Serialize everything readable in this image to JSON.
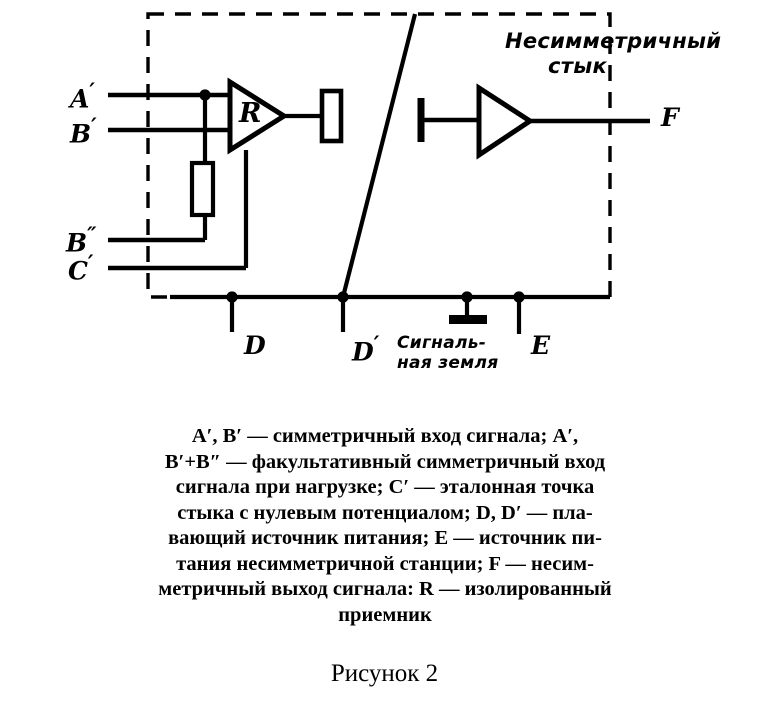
{
  "figure": {
    "annotations": {
      "junction_label_line1": "Несимметричный",
      "junction_label_line2": "стык",
      "signal_ground_line1": "Сигналь-",
      "signal_ground_line2": "ная земля"
    },
    "terminals": {
      "a_prime": "A",
      "a_prime_mark": "′",
      "b_prime": "B",
      "b_prime_mark": "′",
      "b_double_prime": "B",
      "b_double_prime_mark": "″",
      "c_prime": "C",
      "c_prime_mark": "′",
      "d": "D",
      "d_prime": "D",
      "d_prime_mark": "′",
      "e": "E",
      "f": "F"
    },
    "components": {
      "receiver_label": "R"
    }
  },
  "caption": {
    "lines": [
      "A′,  B′ — симметричный    вход    сигнала;    A′,",
      "B′+B″ — факультативный  симметричный  вход",
      "сигнала при нагрузке;  C′  — эталонная точка",
      "стыка с нулевым потенциалом;  D,  D′ — пла-",
      "вающий источник питания;  E — источник пи-",
      "тания  несимметричной  станции;    F — несим-",
      "метричный выход сигнала: R — изолированный",
      "приемник"
    ]
  },
  "figure_caption": "Рисунок 2",
  "colors": {
    "ink": "#000000",
    "paper": "#ffffff"
  }
}
